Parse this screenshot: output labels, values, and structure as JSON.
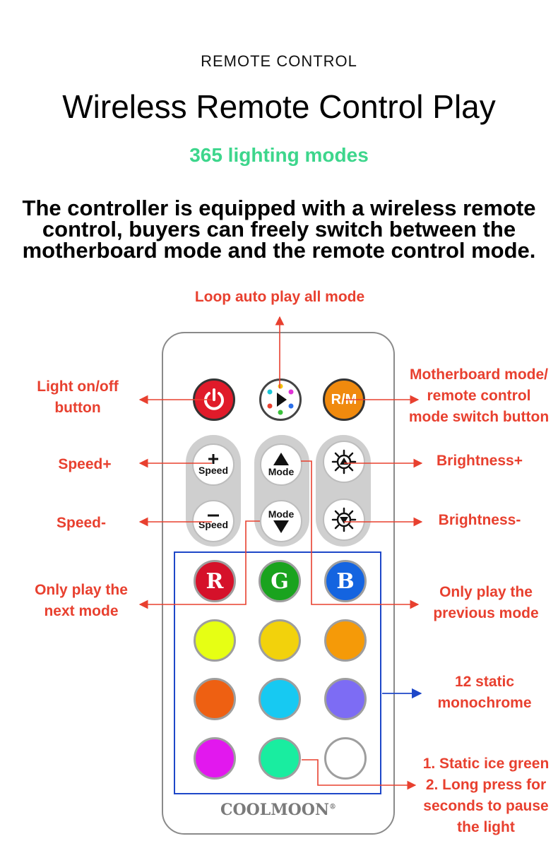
{
  "header": {
    "kicker": "REMOTE CONTROL",
    "title": "Wireless Remote Control Play",
    "subtitle": "365 lighting modes",
    "description_lines": [
      "The controller is equipped with a wireless remote",
      "control, buyers can freely switch between the",
      "motherboard mode and the remote control mode."
    ]
  },
  "callouts": {
    "loop": "Loop auto play all mode",
    "power_l1": "Light on/off",
    "power_l2": "button",
    "rm_l1": "Motherboard mode/",
    "rm_l2": "remote control",
    "rm_l3": "mode switch button",
    "speed_plus": "Speed+",
    "speed_minus": "Speed-",
    "bright_plus": "Brightness+",
    "bright_minus": "Brightness-",
    "next_l1": "Only play the",
    "next_l2": "next mode",
    "prev_l1": "Only play the",
    "prev_l2": "previous mode",
    "static_l1": "12 static",
    "static_l2": "monochrome",
    "ice_l1": "1. Static ice green",
    "ice_l2": "2. Long press for",
    "ice_l3": "seconds to pause",
    "ice_l4": "the light"
  },
  "remote": {
    "rm_label": "R/M",
    "speed_text": "Speed",
    "mode_text": "Mode",
    "r_label": "R",
    "g_label": "G",
    "b_label": "B",
    "brand": "COOLMOON",
    "brand_mark": "®"
  },
  "colors": {
    "accent_red": "#e8402f",
    "subtitle_green": "#3dd68c",
    "panel_blue": "#1e47c8",
    "r": "#d5112a",
    "g": "#1aa31e",
    "b": "#1464e0",
    "swatches": [
      "#e6ff14",
      "#f2d20c",
      "#f59a08",
      "#ee6012",
      "#17c9f2",
      "#7d6cf4",
      "#e218ee",
      "#19eda0",
      "#ffffff"
    ]
  },
  "icons": [
    "power-icon",
    "play-loop-icon",
    "plus-icon",
    "minus-icon",
    "triangle-up-icon",
    "triangle-down-icon",
    "brightness-up-icon",
    "brightness-down-icon",
    "arrow-icon"
  ]
}
